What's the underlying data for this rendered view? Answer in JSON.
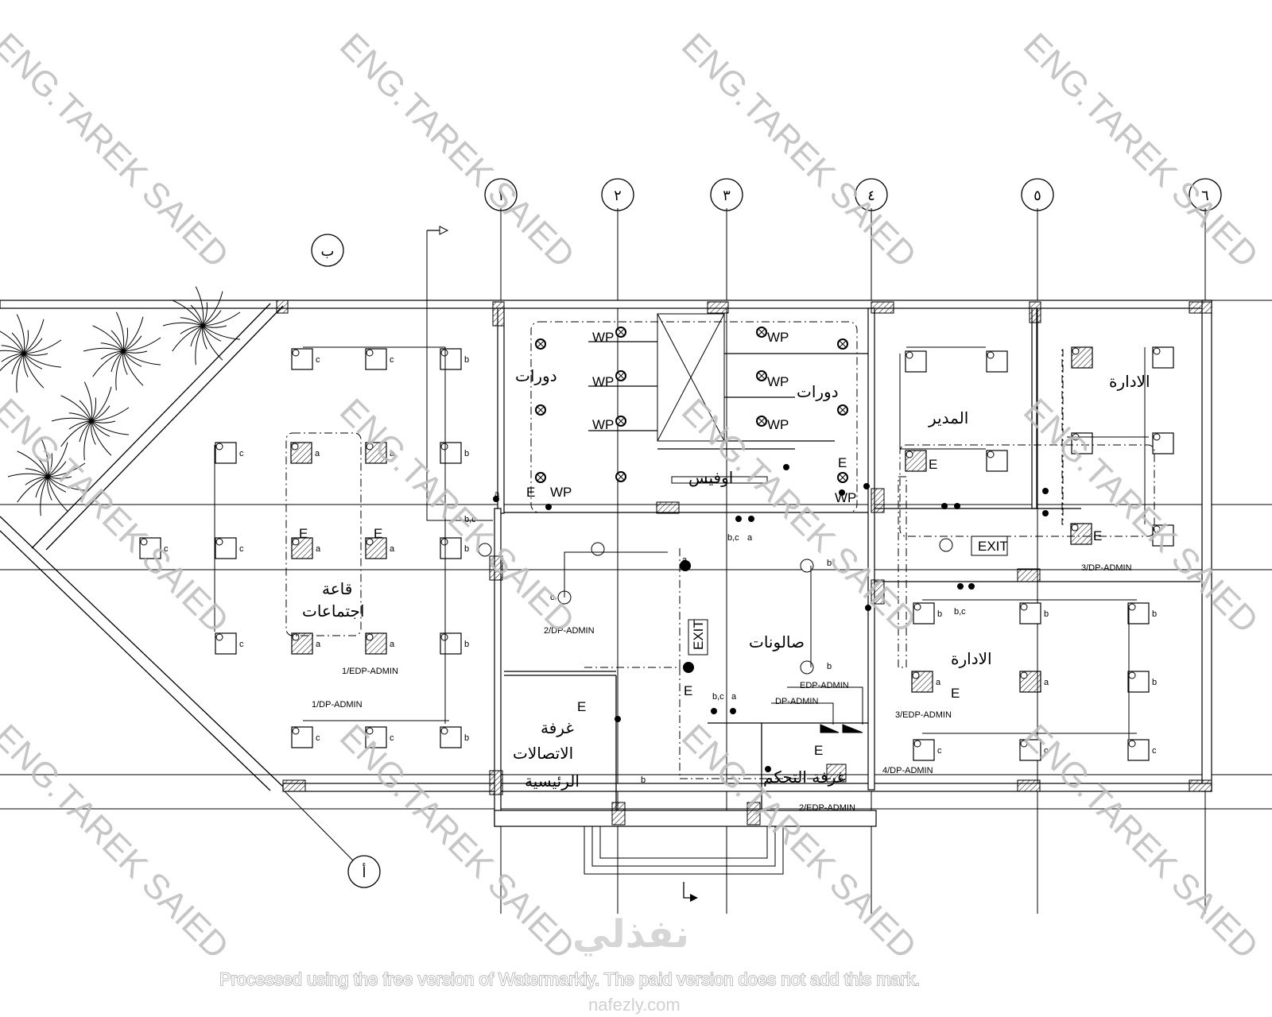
{
  "grid": {
    "columns": [
      "١",
      "٢",
      "٣",
      "٤",
      "٥",
      "٦"
    ],
    "rows": [
      "ب",
      "أ"
    ]
  },
  "rooms": {
    "wc_left": "دورات",
    "wc_right": "دورات",
    "office": "اوفيس",
    "lounges": "صالونات",
    "meeting_1": "قاعة",
    "meeting_2": "اجتماعات",
    "comms_1": "غرفة",
    "comms_2": "الاتصالات",
    "comms_3": "الرئيسية",
    "control": "غرفة التحكم",
    "manager": "المدير",
    "admin_top": "الادارة",
    "admin_bottom": "الادارة"
  },
  "panels": {
    "dp1": "1/DP-ADMIN",
    "edp1": "1/EDP-ADMIN",
    "dp2": "2/DP-ADMIN",
    "dp3": "3/DP-ADMIN",
    "edp3": "3/EDP-ADMIN",
    "dp4": "4/DP-ADMIN",
    "edp2": "2/EDP-ADMIN",
    "edp_main": "EDP-ADMIN",
    "dp_main": "DP-ADMIN"
  },
  "symbols": {
    "exit": "EXIT",
    "wp": "WP",
    "emergency": "E",
    "switch_bc": "b,c",
    "switch_a": "a",
    "circuit_b": "b",
    "circuit_c": "c"
  },
  "fixtures": [
    "c",
    "c",
    "b",
    "c",
    "a",
    "a",
    "b",
    "c",
    "c",
    "a",
    "a",
    "b",
    "c",
    "a",
    "a",
    "b",
    "c",
    "c",
    "b",
    "b",
    "b",
    "b",
    "a",
    "a",
    "b",
    "c",
    "c",
    "c"
  ],
  "watermarks": {
    "author": "ENG.TAREK SAIED",
    "tool": "Processed using the free version of Watermarkly. The paid version does not add this mark.",
    "brand": "نفذلي",
    "site": "nafezly.com"
  }
}
